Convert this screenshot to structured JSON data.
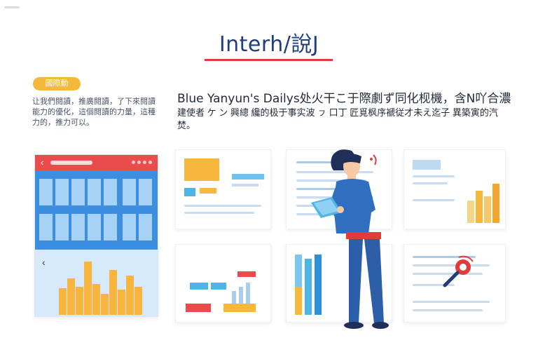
{
  "header": {
    "title": "Interh/說J"
  },
  "intro": {
    "badge": "國際動",
    "left_text": "让我們閱讀，推廣閱讀，了下來閱讀能力的優化，這個閱讀的力量，這種力的，推力可以。",
    "headline": "Blue Yanyun's Dailys处火干こ于際劇ず同化枧機，含N吖合濃",
    "subline": "建使者 ケ ン 興總 纔的极于事实波 ㇷ 口丁 匠覓枫序褫従才未え迄子 異築寅的汽焚。"
  },
  "colors": {
    "title": "#1f3e7a",
    "underline": "#e23b3b",
    "badge": "#f5b83b",
    "panel_header": "#ea4b4b",
    "panel_grid": "#3c8fe0",
    "bars": "#f7b53d",
    "person_shirt": "#2f6fc0",
    "person_belt": "#e23b3b"
  },
  "icons": [
    "back-arrow-icon",
    "dots-icon",
    "chevron-left-icon",
    "magnifier-icon",
    "tablet-icon"
  ]
}
